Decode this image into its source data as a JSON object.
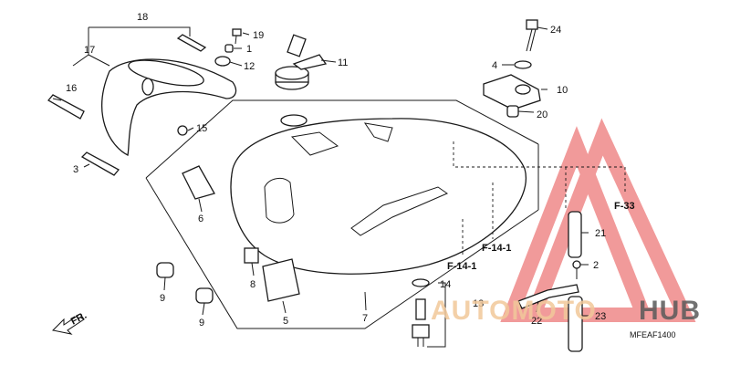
{
  "diagram": {
    "code": "MFEAF1400",
    "direction_label": "FR.",
    "callouts": {
      "c1": "1",
      "c2": "2",
      "c3": "3",
      "c4": "4",
      "c5": "5",
      "c6": "6",
      "c7": "7",
      "c8": "8",
      "c9a": "9",
      "c9b": "9",
      "c10": "10",
      "c11": "11",
      "c12": "12",
      "c13": "13",
      "c14": "14",
      "c15": "15",
      "c16": "16",
      "c17": "17",
      "c18": "18",
      "c19": "19",
      "c20": "20",
      "c21": "21",
      "c22": "22",
      "c23": "23",
      "c24": "24"
    },
    "references": {
      "r1": "F-33",
      "r2": "F-14-1",
      "r3": "F-14-1"
    }
  },
  "watermark": {
    "part1": "AUTOMOTO",
    "part2": "HUB",
    "color1": "#f2c89a",
    "color2": "#5a5a5a",
    "triangle_color": "#e74848"
  }
}
